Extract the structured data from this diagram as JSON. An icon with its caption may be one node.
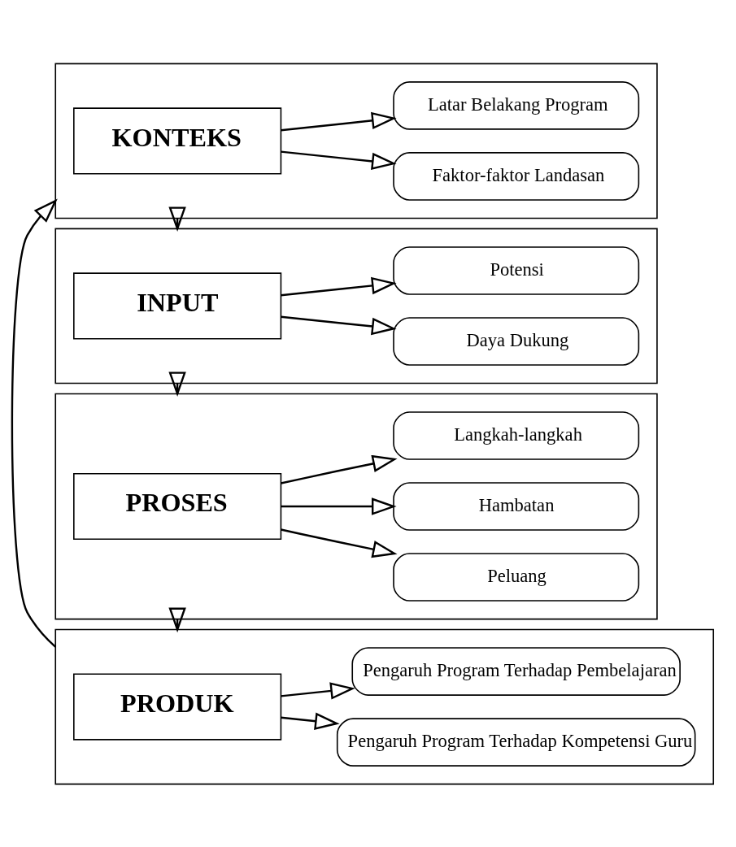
{
  "diagram": {
    "nodes": [
      {
        "text": [],
        "shape": "box"
      },
      {
        "text": [
          "KONTEKS"
        ],
        "in": 0
      },
      {
        "text": [
          "Latar Belakang Program"
        ],
        "in": 0
      },
      {
        "text": [
          "Faktor-faktor Landasan"
        ],
        "in": 0
      },
      {
        "text": [],
        "shape": "box"
      },
      {
        "text": [
          "INPUT"
        ],
        "in": 4
      },
      {
        "text": [
          "Potensi"
        ],
        "in": 4
      },
      {
        "text": [
          "Daya Dukung"
        ],
        "in": 4
      },
      {
        "text": [],
        "shape": "box"
      },
      {
        "text": [
          "PROSES"
        ],
        "in": 8
      },
      {
        "text": [
          "Langkah-langkah"
        ],
        "in": 8
      },
      {
        "text": [
          "Hambatan"
        ],
        "in": 8
      },
      {
        "text": [
          "Peluang"
        ],
        "in": 8
      },
      {
        "text": [],
        "shape": "box"
      },
      {
        "text": [
          "PRODUK"
        ],
        "in": 13
      },
      {
        "text": [
          "Pengaruh Program Terhadap Pembelajaran"
        ],
        "in": 13
      },
      {
        "text": [
          "Pengaruh Program Terhadap Kompetensi Guru"
        ],
        "in": 13
      }
    ],
    "edges": [
      {
        "from": 1,
        "to": 2,
        "arrow": "to"
      },
      {
        "from": 1,
        "to": 3,
        "arrow": "to"
      },
      {
        "from": 0,
        "to": 4,
        "arrow": "to"
      },
      {
        "from": 5,
        "to": 6,
        "arrow": "to"
      },
      {
        "from": 5,
        "to": 7,
        "arrow": "to"
      },
      {
        "from": 4,
        "to": 8,
        "arrow": "to"
      },
      {
        "from": 9,
        "to": 10,
        "arrow": "to"
      },
      {
        "from": 9,
        "to": 11,
        "arrow": "to"
      },
      {
        "from": 9,
        "to": 12,
        "arrow": "to"
      },
      {
        "from": 8,
        "to": 13,
        "arrow": "to"
      },
      {
        "from": 14,
        "to": 15,
        "arrow": "to"
      },
      {
        "from": 14,
        "to": 16,
        "arrow": "to"
      },
      {
        "from": 13,
        "to": 0,
        "arrow": "to"
      }
    ]
  }
}
